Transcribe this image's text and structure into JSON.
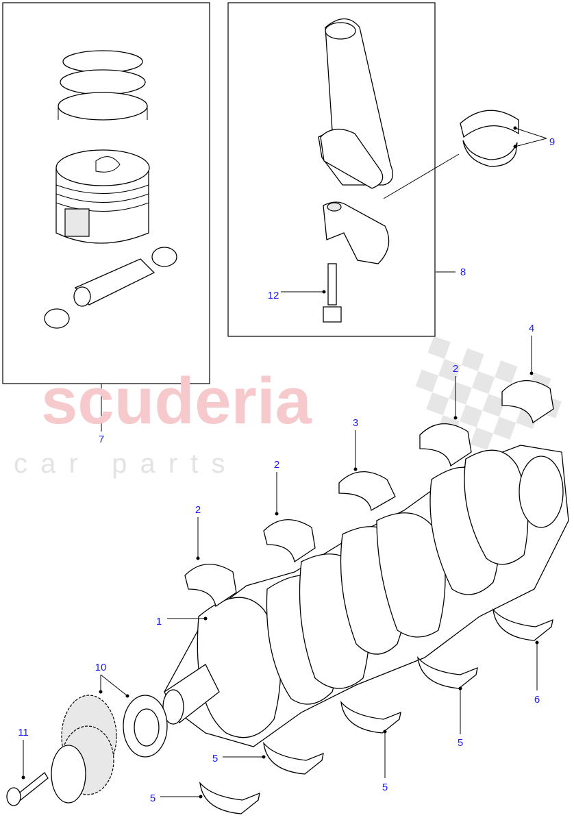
{
  "watermark": {
    "brand": "scuderia",
    "tagline": "c a r   p a r t s",
    "brand_color": "#f6c9cc",
    "tagline_color": "#e3e3e3"
  },
  "callout_color": "#1a1aff",
  "callouts": [
    {
      "id": "7"
    },
    {
      "id": "8"
    },
    {
      "id": "9"
    },
    {
      "id": "12"
    },
    {
      "id": "4"
    },
    {
      "id": "2"
    },
    {
      "id": "3"
    },
    {
      "id": "2"
    },
    {
      "id": "2"
    },
    {
      "id": "1"
    },
    {
      "id": "6"
    },
    {
      "id": "5"
    },
    {
      "id": "5"
    },
    {
      "id": "5"
    },
    {
      "id": "5"
    },
    {
      "id": "10"
    },
    {
      "id": "11"
    }
  ]
}
